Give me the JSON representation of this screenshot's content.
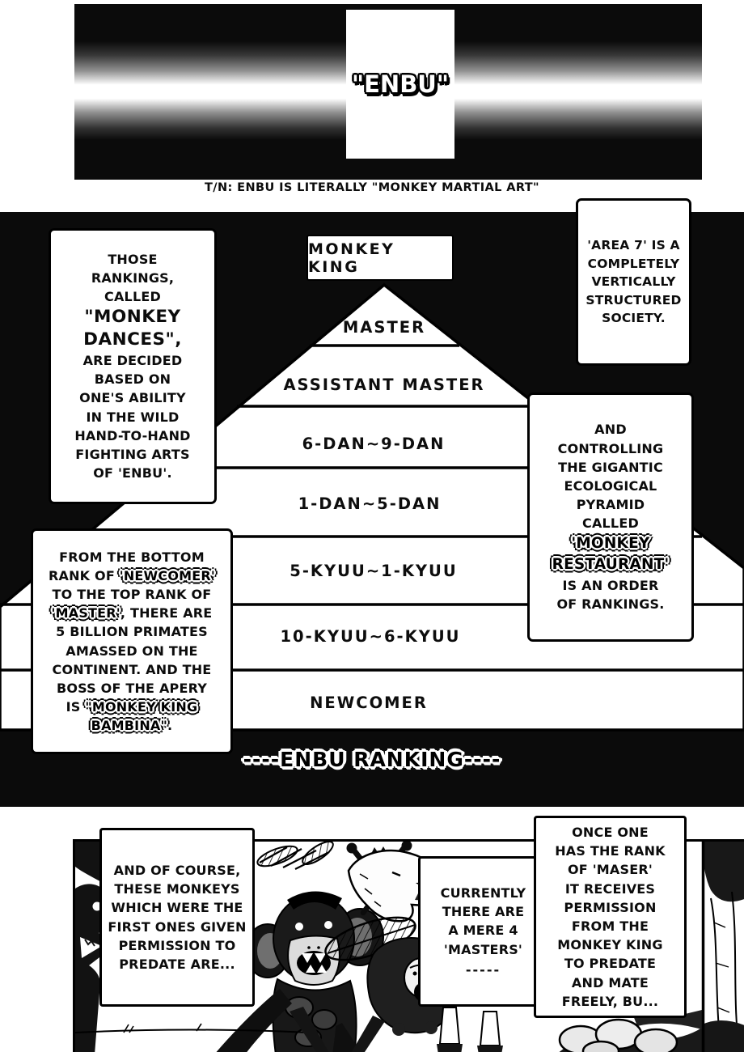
{
  "colors": {
    "ink": "#0b0b0b",
    "paper": "#ffffff"
  },
  "banner": {
    "title": "\"ENBU\""
  },
  "translator_note": "T/N: ENBU IS LITERALLY \"MONKEY MARTIAL ART\"",
  "pyramid": {
    "king": "MONKEY KING",
    "levels": [
      "MASTER",
      "ASSISTANT MASTER",
      "6-DAN~9-DAN",
      "1-DAN~5-DAN",
      "5-KYUU~1-KYUU",
      "10-KYUU~6-KYUU",
      "NEWCOMER"
    ],
    "caption": "----ENBU RANKING----"
  },
  "narration": {
    "rankings": {
      "pre": "THOSE\nRANKINGS,\nCALLED",
      "emph": "\"MONKEY\nDANCES\",",
      "post": "ARE DECIDED\nBASED ON\nONE'S ABILITY\nIN THE WILD\nHAND-TO-HAND\nFIGHTING ARTS\nOF 'ENBU'."
    },
    "area7": {
      "text": "'AREA 7' IS A\nCOMPLETELY\nVERTICALLY\nSTRUCTURED\nSOCIETY."
    },
    "controlling": {
      "pre": "AND\nCONTROLLING\nTHE GIGANTIC\nECOLOGICAL\nPYRAMID\nCALLED",
      "emph": "'MONKEY\nRESTAURANT'",
      "post": "IS AN ORDER\nOF RANKINGS."
    },
    "bottom_rank": {
      "p1": "FROM THE BOTTOM\nRANK OF ",
      "e1": "'NEWCOMER'",
      "p2": "\nTO THE TOP RANK OF\n",
      "e2": "'MASTER'",
      "p3": ", THERE ARE\n5 BILLION PRIMATES\nAMASSED ON THE\nCONTINENT. AND THE\nBOSS OF THE APERY\nIS ",
      "e3": "\"MONKEY KING\nBAMBINA\"",
      "p4": "."
    },
    "of_course": {
      "text": "AND OF COURSE,\nTHESE MONKEYS\nWHICH WERE THE\nFIRST ONES GIVEN\nPERMISSION TO\nPREDATE ARE..."
    },
    "currently": {
      "text": "CURRENTLY\nTHERE ARE\nA MERE 4\n'MASTERS'",
      "dashes": "-----"
    },
    "once_master": {
      "text": "ONCE ONE\nHAS THE RANK\nOF 'MASER'\nIT RECEIVES\nPERMISSION\nFROM THE\nMONKEY KING\nTO PREDATE\nAND MATE\nFREELY, BU..."
    }
  }
}
